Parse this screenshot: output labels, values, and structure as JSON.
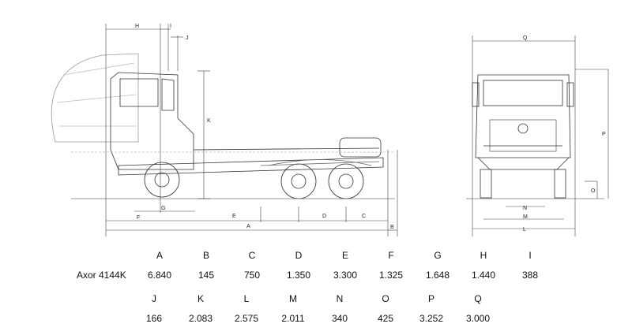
{
  "dimension_letters": [
    "H",
    "I",
    "J",
    "K",
    "G",
    "F",
    "E",
    "D",
    "C",
    "A",
    "B",
    "Q",
    "P",
    "O",
    "N",
    "M",
    "L"
  ],
  "specs": {
    "model": "Axor 4144K",
    "row1": [
      {
        "label": "A",
        "value": "6.840"
      },
      {
        "label": "B",
        "value": "145"
      },
      {
        "label": "C",
        "value": "750"
      },
      {
        "label": "D",
        "value": "1.350"
      },
      {
        "label": "E",
        "value": "3.300"
      },
      {
        "label": "F",
        "value": "1.325"
      },
      {
        "label": "G",
        "value": "1.648"
      },
      {
        "label": "H",
        "value": "1.440"
      },
      {
        "label": "I",
        "value": "388"
      }
    ],
    "row2": [
      {
        "label": "J",
        "value": "166"
      },
      {
        "label": "K",
        "value": "2.083"
      },
      {
        "label": "L",
        "value": "2.575"
      },
      {
        "label": "M",
        "value": "2.011"
      },
      {
        "label": "N",
        "value": "340"
      },
      {
        "label": "O",
        "value": "425"
      },
      {
        "label": "P",
        "value": "3.252"
      },
      {
        "label": "Q",
        "value": "3.000"
      }
    ]
  }
}
